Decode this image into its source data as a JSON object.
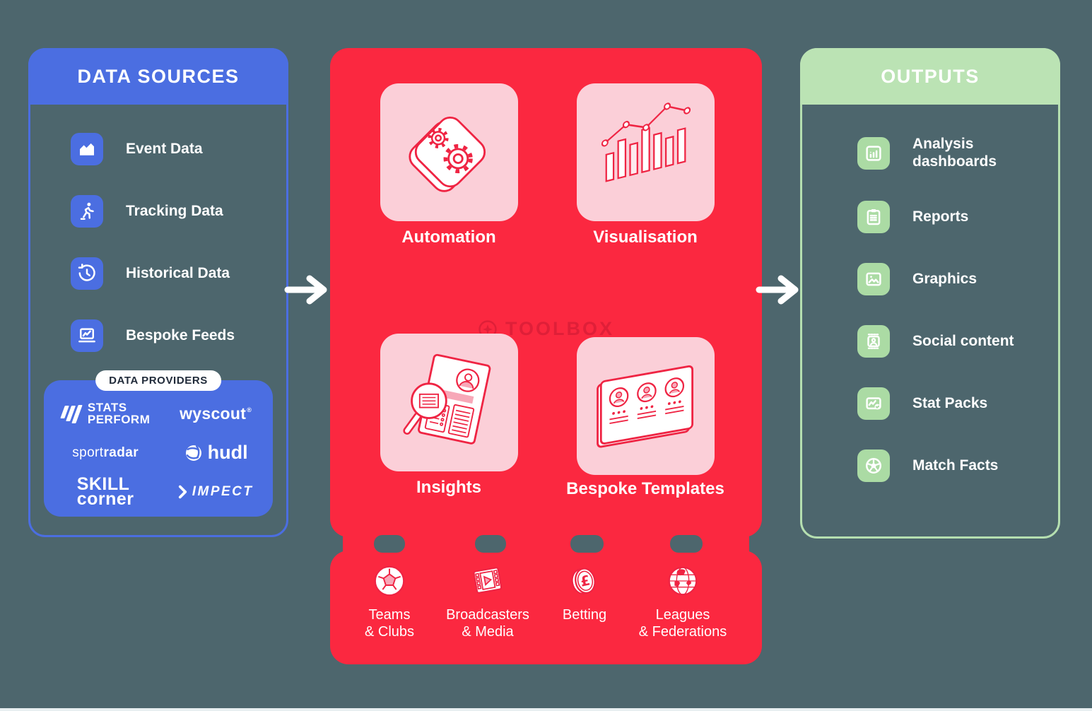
{
  "page": {
    "bg_color": "#4d666d",
    "accent_blue": "#4b6ee1",
    "accent_red": "#fb2840",
    "accent_pink": "#fbcfd8",
    "accent_green": "#bbe3b4",
    "white": "#ffffff"
  },
  "data_sources": {
    "title": "DATA SOURCES",
    "items": [
      {
        "label": "Event Data",
        "icon": "area-chart-icon"
      },
      {
        "label": "Tracking Data",
        "icon": "runner-icon"
      },
      {
        "label": "Historical Data",
        "icon": "history-clock-icon"
      },
      {
        "label": "Bespoke Feeds",
        "icon": "laptop-chart-icon"
      }
    ],
    "providers": {
      "badge": "DATA PROVIDERS",
      "stats_perform": {
        "line1": "STATS",
        "line2": "PERFORM"
      },
      "wyscout": {
        "text": "wyscout",
        "mark": "®"
      },
      "sportradar": {
        "regular": "sport",
        "bold": "radar"
      },
      "hudl": {
        "text": "hudl"
      },
      "skillcorner": {
        "line1": "SKILL",
        "line2": "corner"
      },
      "impect": {
        "text": "IMPECT"
      }
    }
  },
  "toolbox": {
    "watermark": "TOOLBOX",
    "cards": [
      {
        "label": "Automation",
        "icon": "gears-illustration"
      },
      {
        "label": "Visualisation",
        "icon": "isometric-chart-illustration"
      },
      {
        "label": "Insights",
        "icon": "magnifier-report-illustration"
      },
      {
        "label": "Bespoke Templates",
        "icon": "user-cards-illustration"
      }
    ]
  },
  "audiences": {
    "items": [
      {
        "line1": "Teams",
        "line2": "& Clubs",
        "icon": "football-icon"
      },
      {
        "line1": "Broadcasters",
        "line2": "& Media",
        "icon": "film-strip-icon"
      },
      {
        "line1": "Betting",
        "line2": "",
        "icon": "pound-coin-icon"
      },
      {
        "line1": "Leagues",
        "line2": "& Federations",
        "icon": "globe-icon"
      }
    ]
  },
  "outputs": {
    "title": "OUTPUTS",
    "items": [
      {
        "line1": "Analysis",
        "line2": "dashboards",
        "icon": "dashboard-icon"
      },
      {
        "line1": "Reports",
        "line2": "",
        "icon": "clipboard-icon"
      },
      {
        "line1": "Graphics",
        "line2": "",
        "icon": "image-icon"
      },
      {
        "line1": "Social content",
        "line2": "",
        "icon": "social-card-icon"
      },
      {
        "line1": "Stat Packs",
        "line2": "",
        "icon": "stat-check-icon"
      },
      {
        "line1": "Match Facts",
        "line2": "",
        "icon": "football-outline-icon"
      }
    ]
  }
}
